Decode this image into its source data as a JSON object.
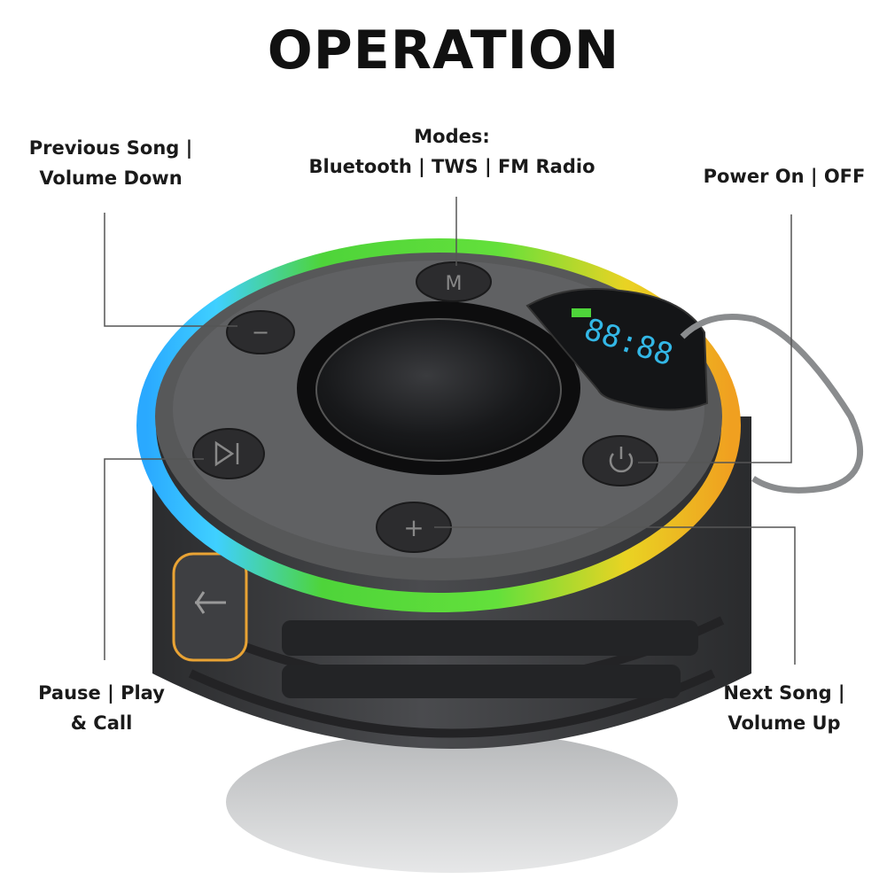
{
  "title": "OPERATION",
  "labels": {
    "previous": {
      "line1": "Previous Song |",
      "line2": "Volume Down"
    },
    "modes": {
      "line1": "Modes:",
      "line2": "Bluetooth | TWS | FM Radio"
    },
    "power": {
      "line1": "Power On | OFF"
    },
    "pause": {
      "line1": "Pause | Play",
      "line2": "& Call"
    },
    "next": {
      "line1": "Next Song |",
      "line2": "Volume Up"
    }
  },
  "display": {
    "time": "88:88"
  },
  "buttons": {
    "mode": "M",
    "previous": "−",
    "next": "+"
  },
  "colors": {
    "body": "#3a3b3d",
    "top_ring": "#565759",
    "button": "#2c2c2e",
    "display_text": "#33b7e6",
    "led_green": "#4ed43a",
    "led_yellow": "#e9d323",
    "led_blue": "#2aa9ff"
  }
}
